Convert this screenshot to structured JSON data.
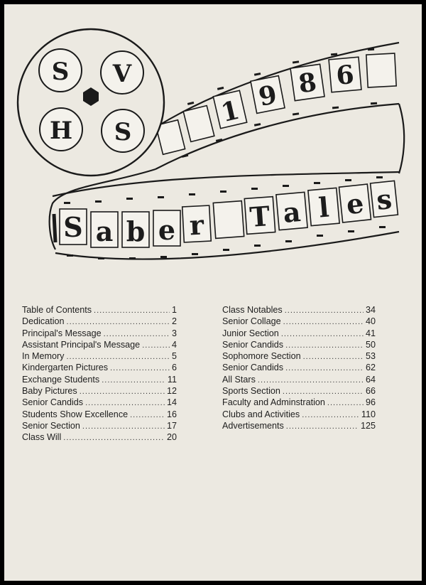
{
  "logo": {
    "letters": [
      "S",
      "V",
      "H",
      "S"
    ],
    "year_digits": [
      "1",
      "9",
      "8",
      "6"
    ],
    "title_letters": [
      "S",
      "a",
      "b",
      "e",
      "r",
      "T",
      "a",
      "l",
      "e",
      "s"
    ]
  },
  "toc_left": [
    {
      "title": "Table of Contents",
      "page": "1"
    },
    {
      "title": "Dedication",
      "page": "2"
    },
    {
      "title": "Principal's Message",
      "page": "3"
    },
    {
      "title": "Assistant Principal's Message",
      "page": "4"
    },
    {
      "title": "In Memory",
      "page": "5"
    },
    {
      "title": "Kindergarten Pictures",
      "page": "6"
    },
    {
      "title": "Exchange Students",
      "page": "11"
    },
    {
      "title": "Baby Pictures",
      "page": "12"
    },
    {
      "title": "Senior Candids",
      "page": "14"
    },
    {
      "title": "Students Show Excellence",
      "page": "16"
    },
    {
      "title": "Senior Section",
      "page": "17"
    },
    {
      "title": "Class Will",
      "page": "20"
    }
  ],
  "toc_right": [
    {
      "title": "Class Notables",
      "page": "34"
    },
    {
      "title": "Senior Collage",
      "page": "40"
    },
    {
      "title": "Junior Section",
      "page": "41"
    },
    {
      "title": "Senior Candids",
      "page": "50"
    },
    {
      "title": "Sophomore Section",
      "page": "53"
    },
    {
      "title": "Senior Candids",
      "page": "62"
    },
    {
      "title": "All Stars",
      "page": "64"
    },
    {
      "title": "Sports Section",
      "page": "66"
    },
    {
      "title": "Faculty and Adminstration",
      "page": "96"
    },
    {
      "title": "Clubs and Activities",
      "page": "110"
    },
    {
      "title": "Advertisements",
      "page": "125"
    }
  ]
}
